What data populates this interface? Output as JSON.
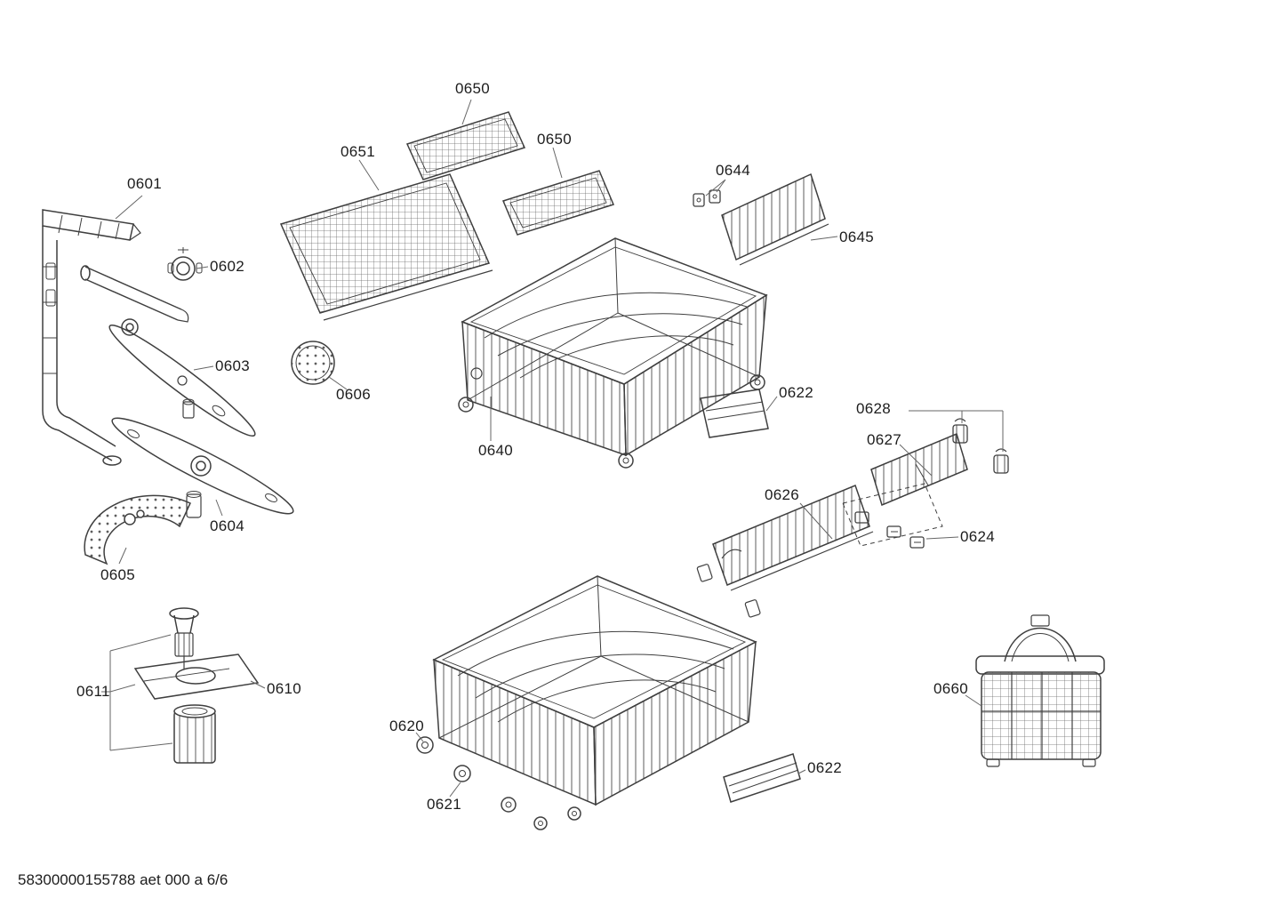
{
  "diagram": {
    "type": "exploded-parts-diagram",
    "labels": {
      "p0601": "0601",
      "p0602": "0602",
      "p0603": "0603",
      "p0604": "0604",
      "p0605": "0605",
      "p0606": "0606",
      "p0610": "0610",
      "p0611": "0611",
      "p0620": "0620",
      "p0621": "0621",
      "p0622a": "0622",
      "p0622b": "0622",
      "p0624": "0624",
      "p0626": "0626",
      "p0627": "0627",
      "p0628": "0628",
      "p0640": "0640",
      "p0644": "0644",
      "p0645": "0645",
      "p0650a": "0650",
      "p0650b": "0650",
      "p0651": "0651",
      "p0660": "0660"
    },
    "footer": "58300000155788 aet 000 a 6/6"
  }
}
